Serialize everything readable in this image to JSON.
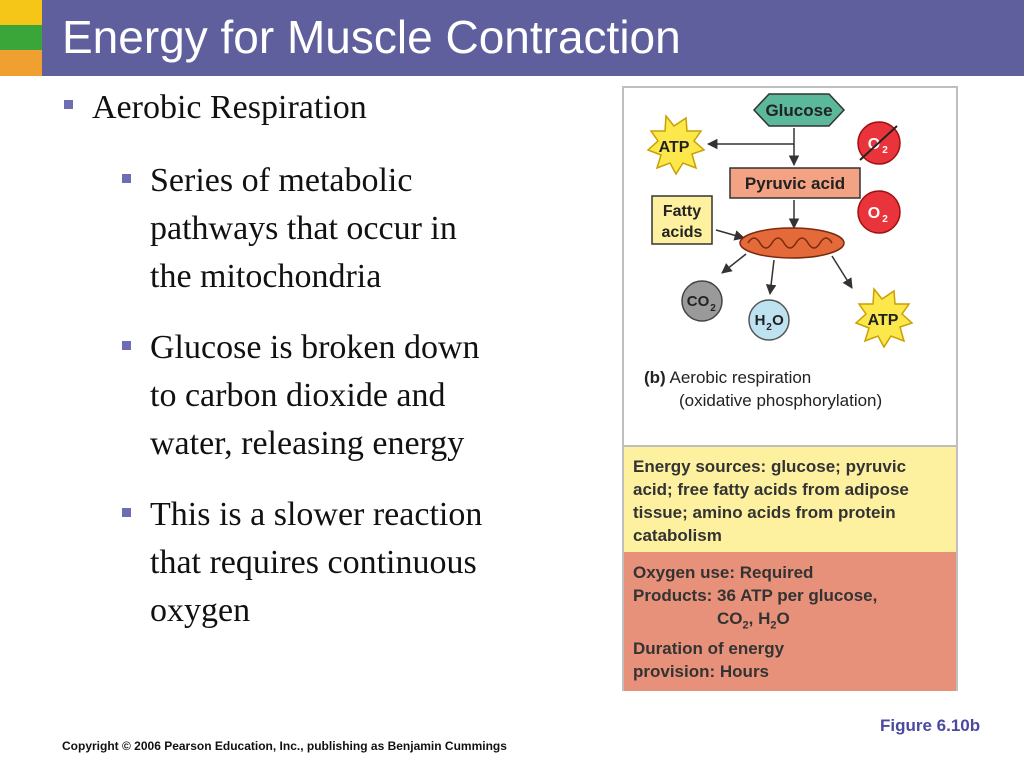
{
  "slide": {
    "title": "Energy for Muscle Contraction",
    "bullet": "Aerobic  Respiration",
    "sub_bullets": [
      {
        "lines": [
          "Series of metabolic",
          "pathways that occur in",
          "the mitochondria"
        ]
      },
      {
        "lines": [
          "Glucose is broken down",
          "to carbon dioxide and",
          "water, releasing energy"
        ]
      },
      {
        "lines": [
          "This is a slower reaction",
          "that requires continuous",
          "oxygen"
        ]
      }
    ],
    "figure_label": "Figure 6.10b",
    "copyright": "Copyright © 2006 Pearson Education, Inc., publishing as Benjamin Cummings"
  },
  "figure": {
    "nodes": {
      "glucose": "Glucose",
      "atp": "ATP",
      "o2": "O",
      "o2_sub": "2",
      "pyruvic": "Pyruvic acid",
      "fatty_1": "Fatty",
      "fatty_2": "acids",
      "co2": "CO",
      "co2_sub": "2",
      "h2o_h": "H",
      "h2o_sub": "2",
      "h2o_o": "O"
    },
    "caption_prefix": "(b)",
    "caption_line1": "Aerobic respiration",
    "caption_line2": "(oxidative phosphorylation)",
    "sources": [
      "Energy sources: glucose; pyruvic",
      "acid; free fatty acids from adipose",
      "tissue; amino acids from protein",
      "catabolism"
    ],
    "oxygen_use": "Oxygen use: Required",
    "products": "Products: 36 ATP per glucose,",
    "products_co": "CO",
    "products_sub1": "2",
    "products_sep": ", H",
    "products_sub2": "2",
    "products_o": "O",
    "duration_1": "Duration of energy",
    "duration_2": "provision: Hours"
  },
  "colors": {
    "title_bar": "#5f5f9e",
    "bullet_marker": "#6d6db5",
    "glucose": "#5bb89a",
    "atp": "#fde84c",
    "o2": "#e8343a",
    "pyruvic": "#f3a283",
    "fatty": "#fdf1a0",
    "mitochondrion": "#e56a3a",
    "co2": "#9a9a9a",
    "h2o": "#bfe2f0",
    "sources_bg": "#fdf1a0",
    "oxygen_bg": "#e8917a",
    "figure_label": "#4a4aa0"
  }
}
